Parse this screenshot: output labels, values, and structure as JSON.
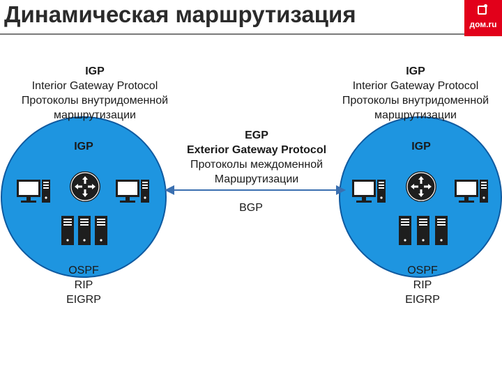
{
  "header": {
    "title": "Динамическая маршрутизация",
    "logo_text": "дом.ru"
  },
  "colors": {
    "domain_fill": "#1e95e0",
    "domain_stroke": "#0f5aa0",
    "device_dark": "#222222",
    "accent": "#e2001a",
    "arrow": "#3a6fb0"
  },
  "left_domain": {
    "heading": [
      "IGP",
      "Interior Gateway Protocol",
      "Протоколы внутридоменной",
      "маршрутизации"
    ],
    "inner_label": "IGP",
    "protocols": [
      "OSPF",
      "RIP",
      "EIGRP"
    ]
  },
  "right_domain": {
    "heading": [
      "IGP",
      "Interior Gateway Protocol",
      "Протоколы внутридоменной",
      "маршрутизации"
    ],
    "inner_label": "IGP",
    "protocols": [
      "OSPF",
      "RIP",
      "EIGRP"
    ]
  },
  "center": {
    "heading": [
      "EGP",
      "Exterior Gateway Protocol",
      "Протоколы междоменной",
      "Маршрутизации"
    ],
    "link_label": "BGP"
  },
  "icons": [
    "router-icon",
    "computer-icon",
    "server-icon",
    "double-arrow-icon"
  ]
}
